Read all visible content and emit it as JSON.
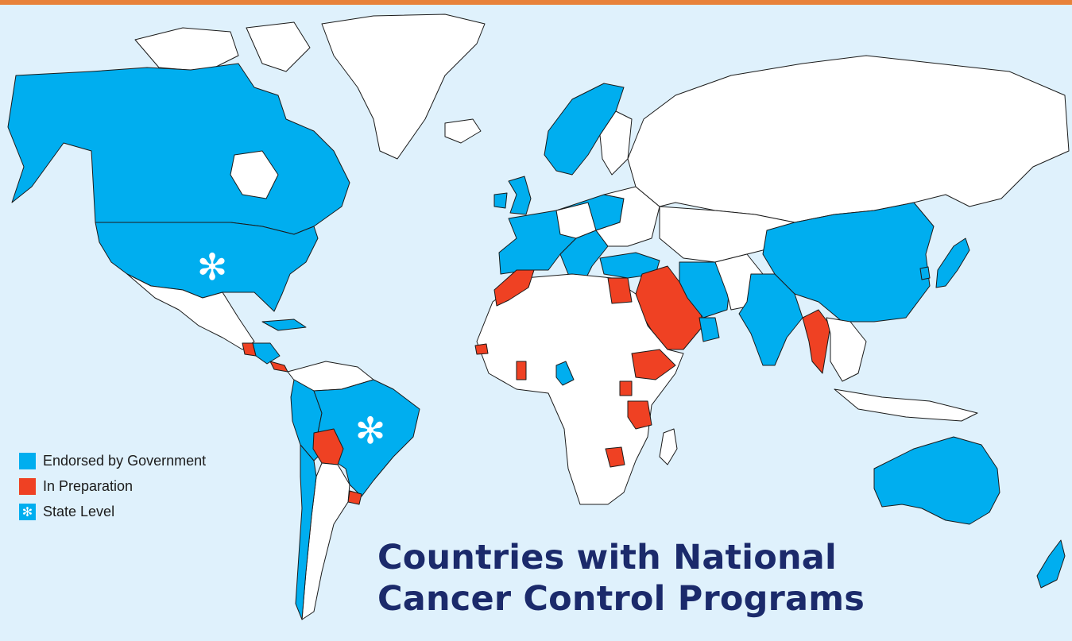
{
  "map": {
    "title_line1": "Countries with National",
    "title_line2": "Cancer Control Programs",
    "legend": [
      {
        "label": "Endorsed by Government",
        "color": "#00aeef",
        "symbol": "square"
      },
      {
        "label": "In Preparation",
        "color": "#ef4123",
        "symbol": "square"
      },
      {
        "label": "State Level",
        "color": "#00aeef",
        "symbol": "asterisk"
      }
    ],
    "colors": {
      "ocean": "#dff1fc",
      "endorsed": "#00aeef",
      "preparation": "#ef4123",
      "none": "#ffffff",
      "border": "#1b1b1b",
      "title": "#1b2a6b",
      "top_rule": "#e8823a"
    }
  }
}
